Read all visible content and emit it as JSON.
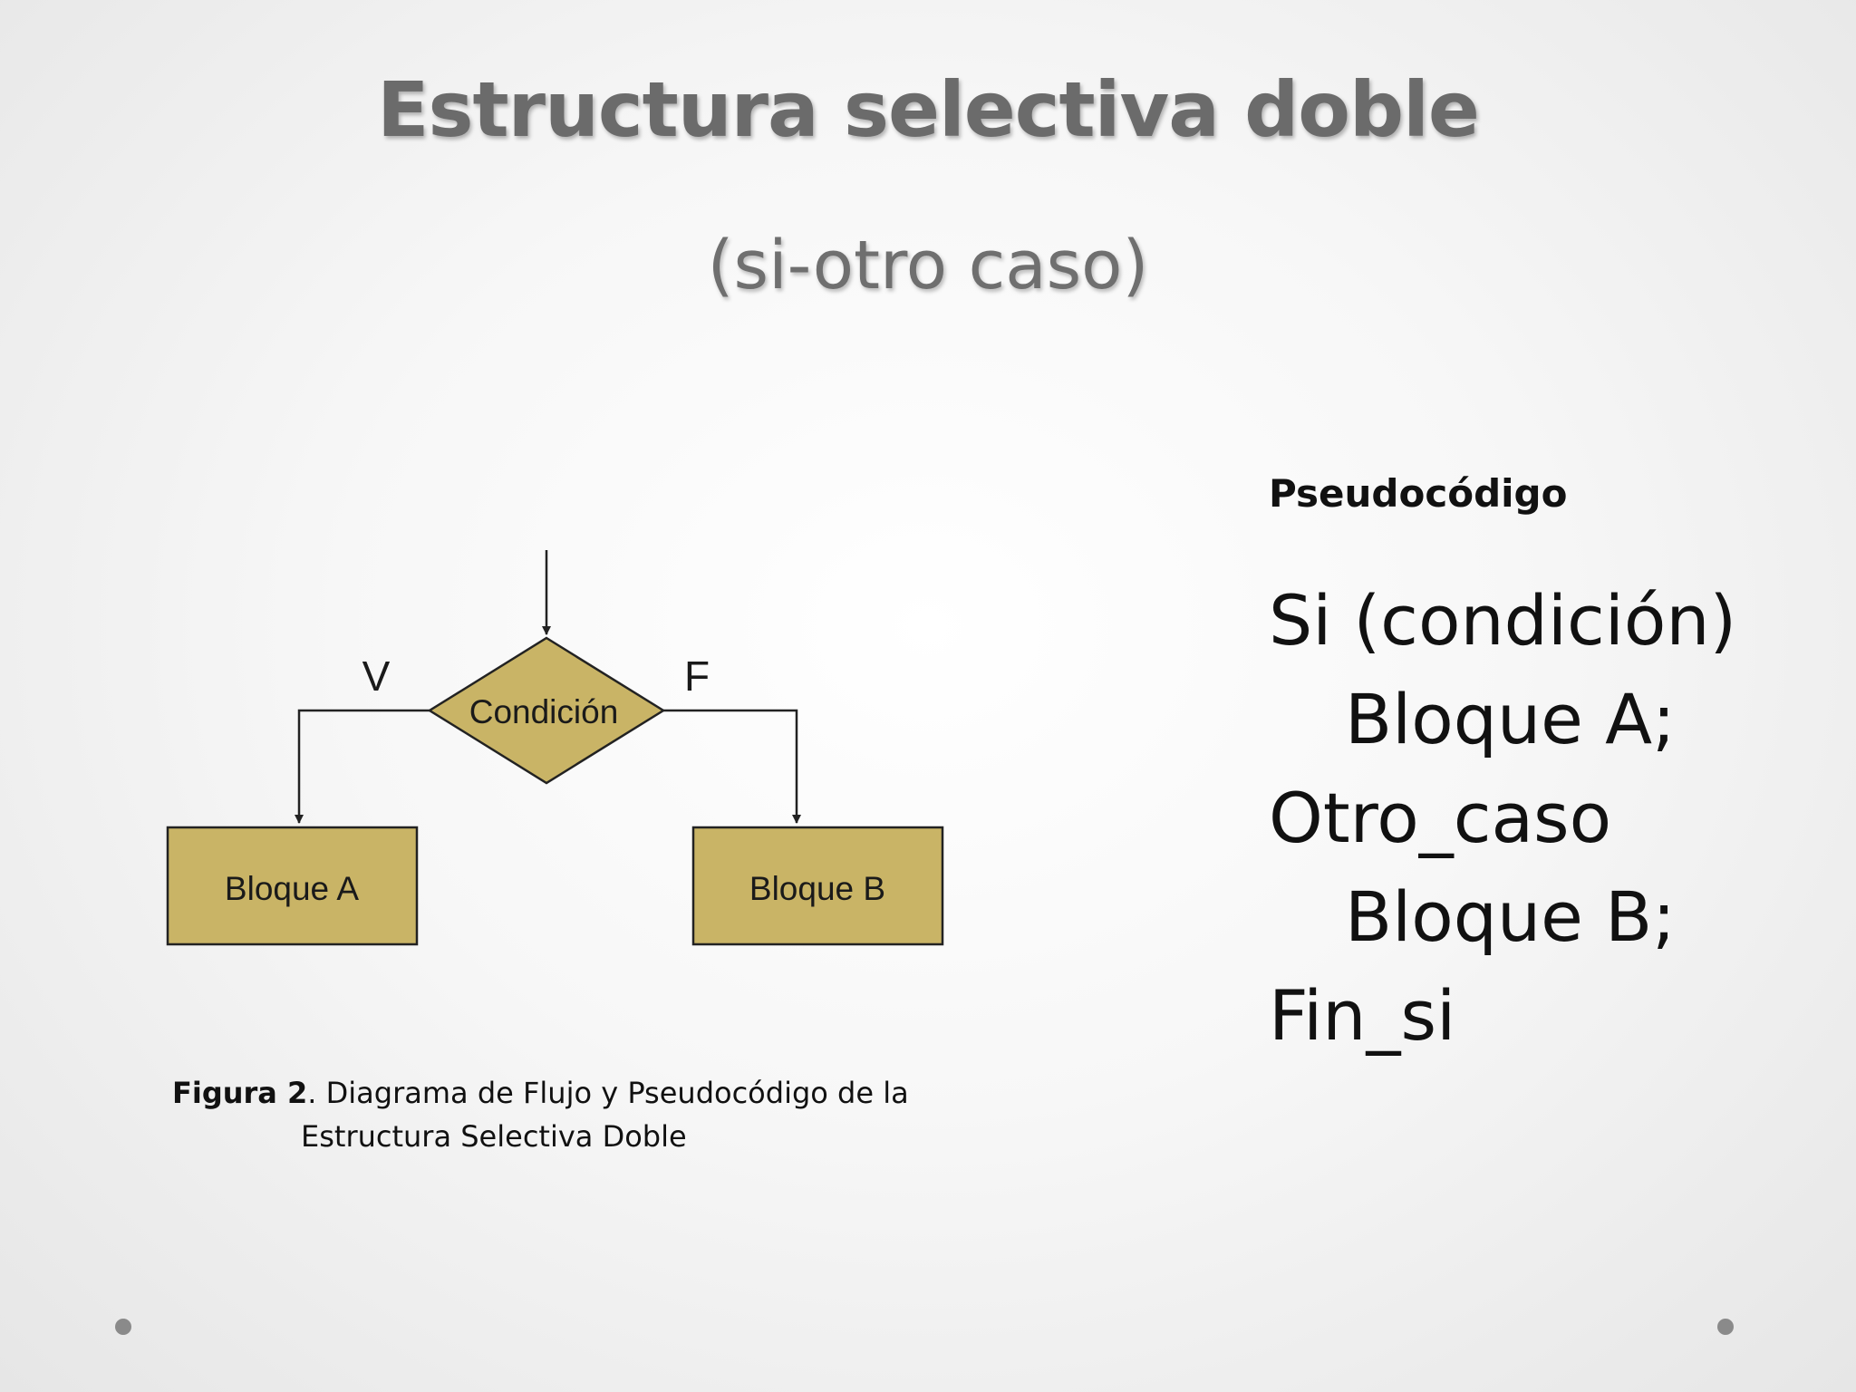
{
  "slide": {
    "title": "Estructura selectiva doble",
    "subtitle": "(si-otro caso)"
  },
  "flowchart": {
    "condition": "Condición",
    "true_label": "V",
    "false_label": "F",
    "block_a": "Bloque A",
    "block_b": "Bloque B",
    "fill_color": "#c9b466",
    "stroke_color": "#222222"
  },
  "caption": {
    "figure_label": "Figura 2",
    "text_line1": ". Diagrama de Flujo y Pseudocódigo de la",
    "text_line2": "Estructura Selectiva Doble"
  },
  "pseudocode": {
    "heading": "Pseudocódigo",
    "lines": [
      "Si (condición)",
      "Bloque A;",
      "Otro_caso",
      "Bloque B;",
      "Fin_si"
    ]
  }
}
